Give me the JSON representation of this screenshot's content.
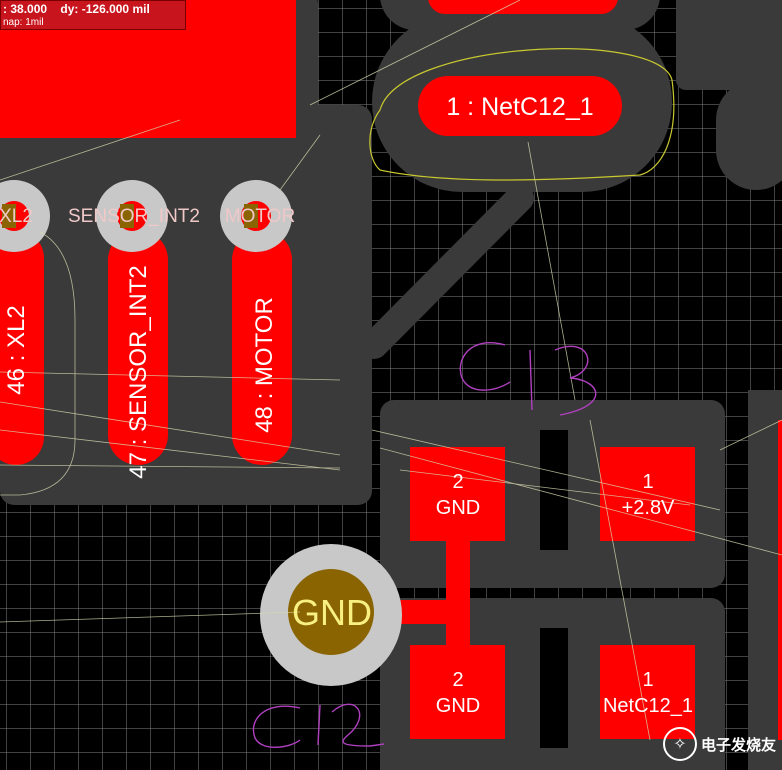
{
  "hud": {
    "dx_value": "38.000",
    "dy_label": "dy:",
    "dy_value": "-126.000 mil",
    "snap_text": "nap: 1mil"
  },
  "labels": {
    "pad_netc12_1": "1 : NetC12_1",
    "hole_xl2": "XL2",
    "hole_sensor": "SENSOR_INT2",
    "hole_motor": "MOTOR",
    "pad_46": "46 : XL2",
    "pad_47": "47 : SENSOR_INT2",
    "pad_48": "48 : MOTOR",
    "c13_p2_num": "2",
    "c13_p2_net": "GND",
    "c13_p1_num": "1",
    "c13_p1_net": "+2.8V",
    "c12_p2_num": "2",
    "c12_p2_net": "GND",
    "c12_p1_num": "1",
    "c12_p1_net": "NetC12_1",
    "via_gnd": "GND"
  },
  "watermark": {
    "logo_icon": "electronic-fans-logo-icon",
    "text": "电子发烧友"
  },
  "colors": {
    "copper_top": "#ff0000",
    "keepout_gray": "#3a3a3a",
    "via_ring": "#c8c8c8",
    "drill": "#8a6400",
    "handwriting": "#b040c0"
  }
}
